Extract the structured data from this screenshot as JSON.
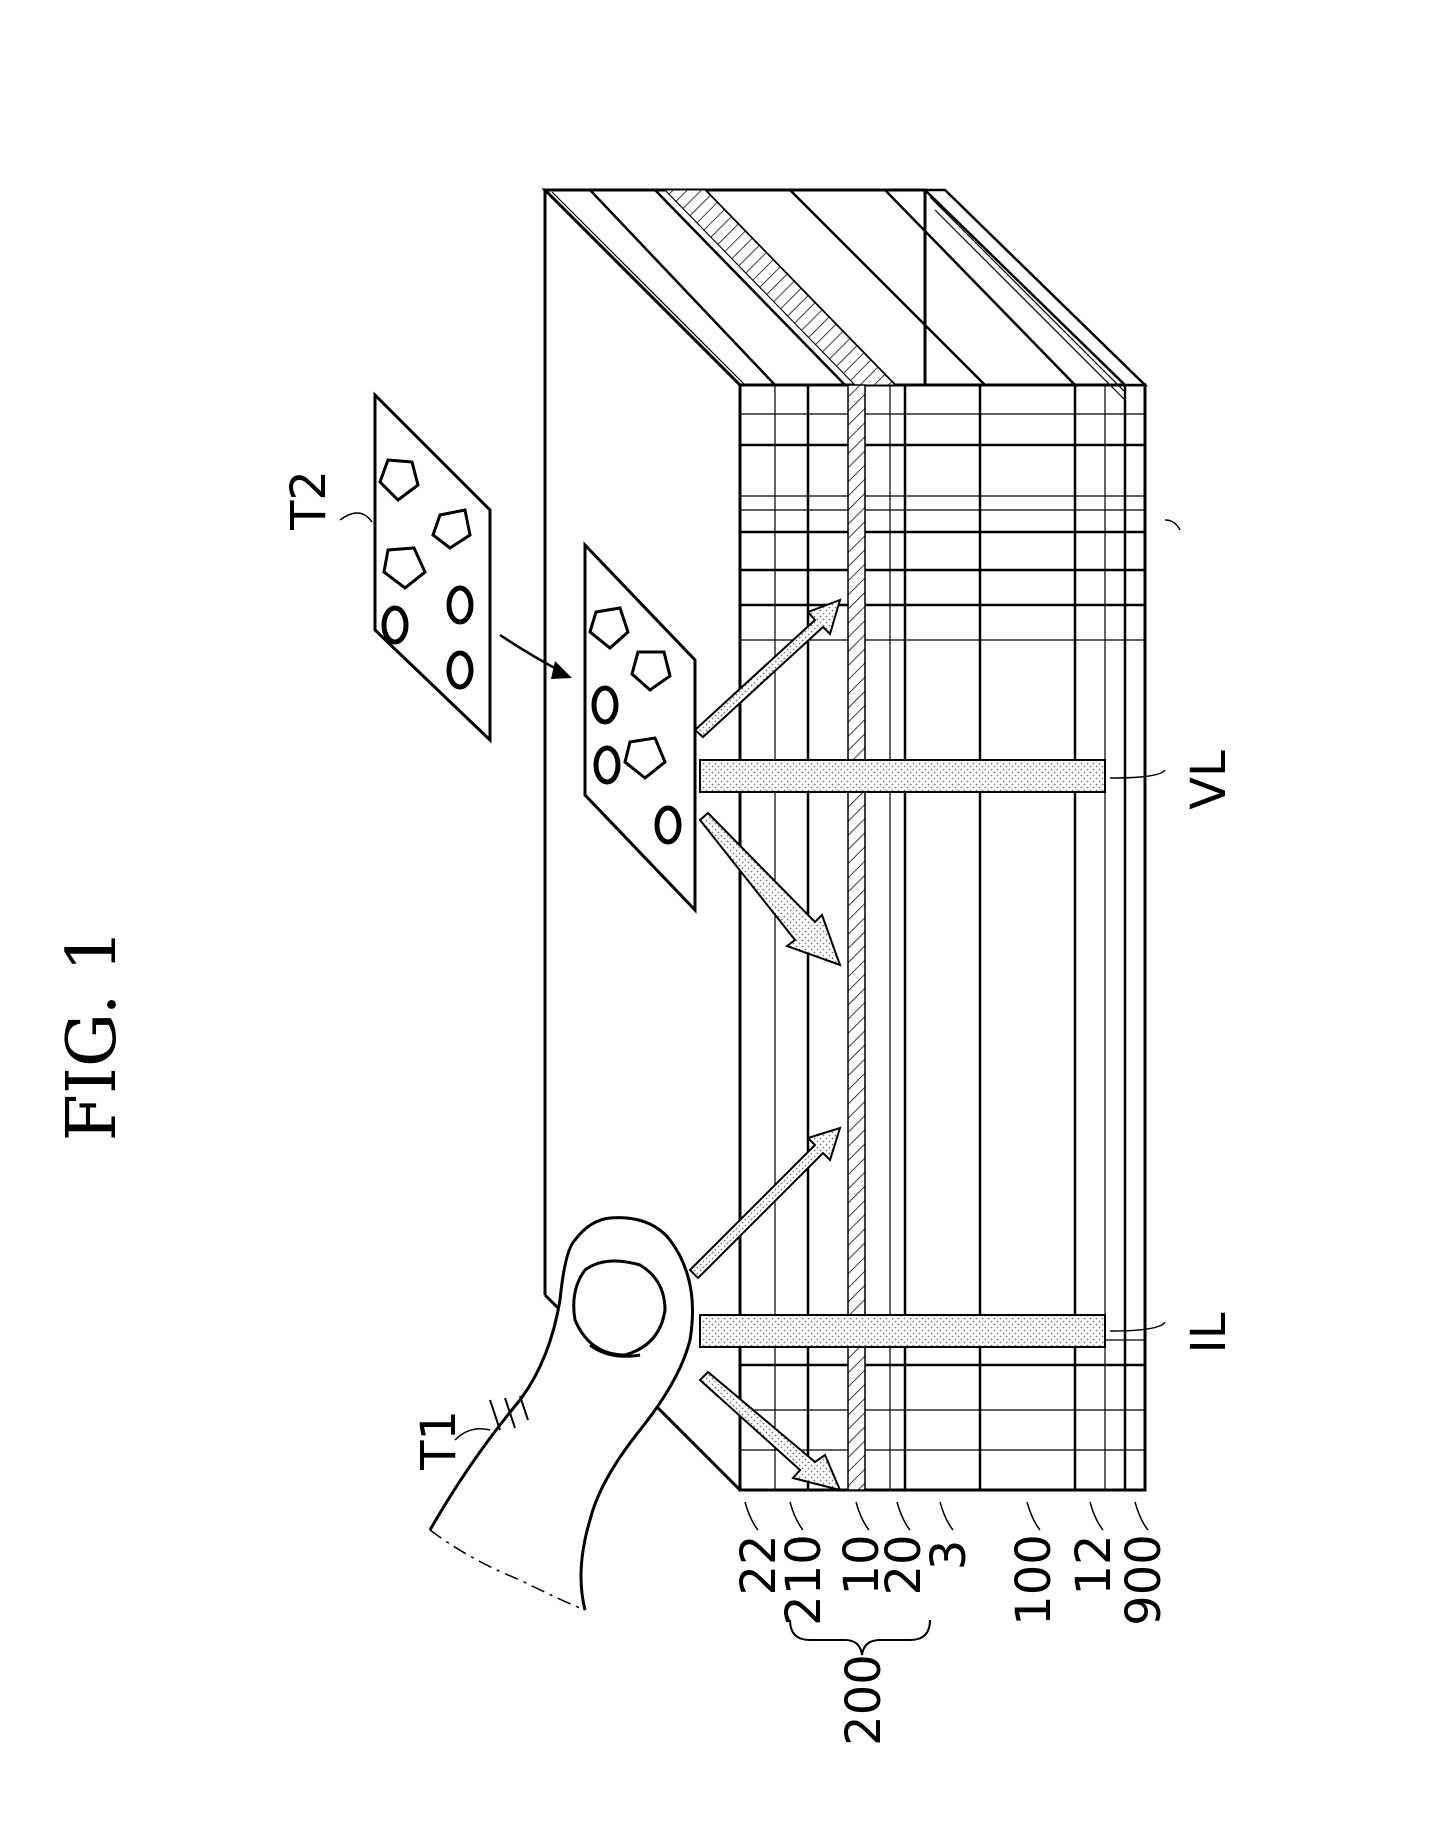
{
  "figure": {
    "title": "FIG. 1",
    "labels": {
      "t1": "T1",
      "t2": "T2",
      "vl": "VL",
      "il": "IL"
    },
    "layers": [
      {
        "id": "22",
        "label": "22"
      },
      {
        "id": "210",
        "label": "210"
      },
      {
        "id": "10",
        "label": "10"
      },
      {
        "id": "20",
        "label": "20"
      },
      {
        "id": "3",
        "label": "3"
      },
      {
        "id": "100",
        "label": "100"
      },
      {
        "id": "12",
        "label": "12"
      },
      {
        "id": "900",
        "label": "900"
      }
    ],
    "group": {
      "label": "200",
      "members": [
        "210",
        "10",
        "20"
      ]
    }
  }
}
